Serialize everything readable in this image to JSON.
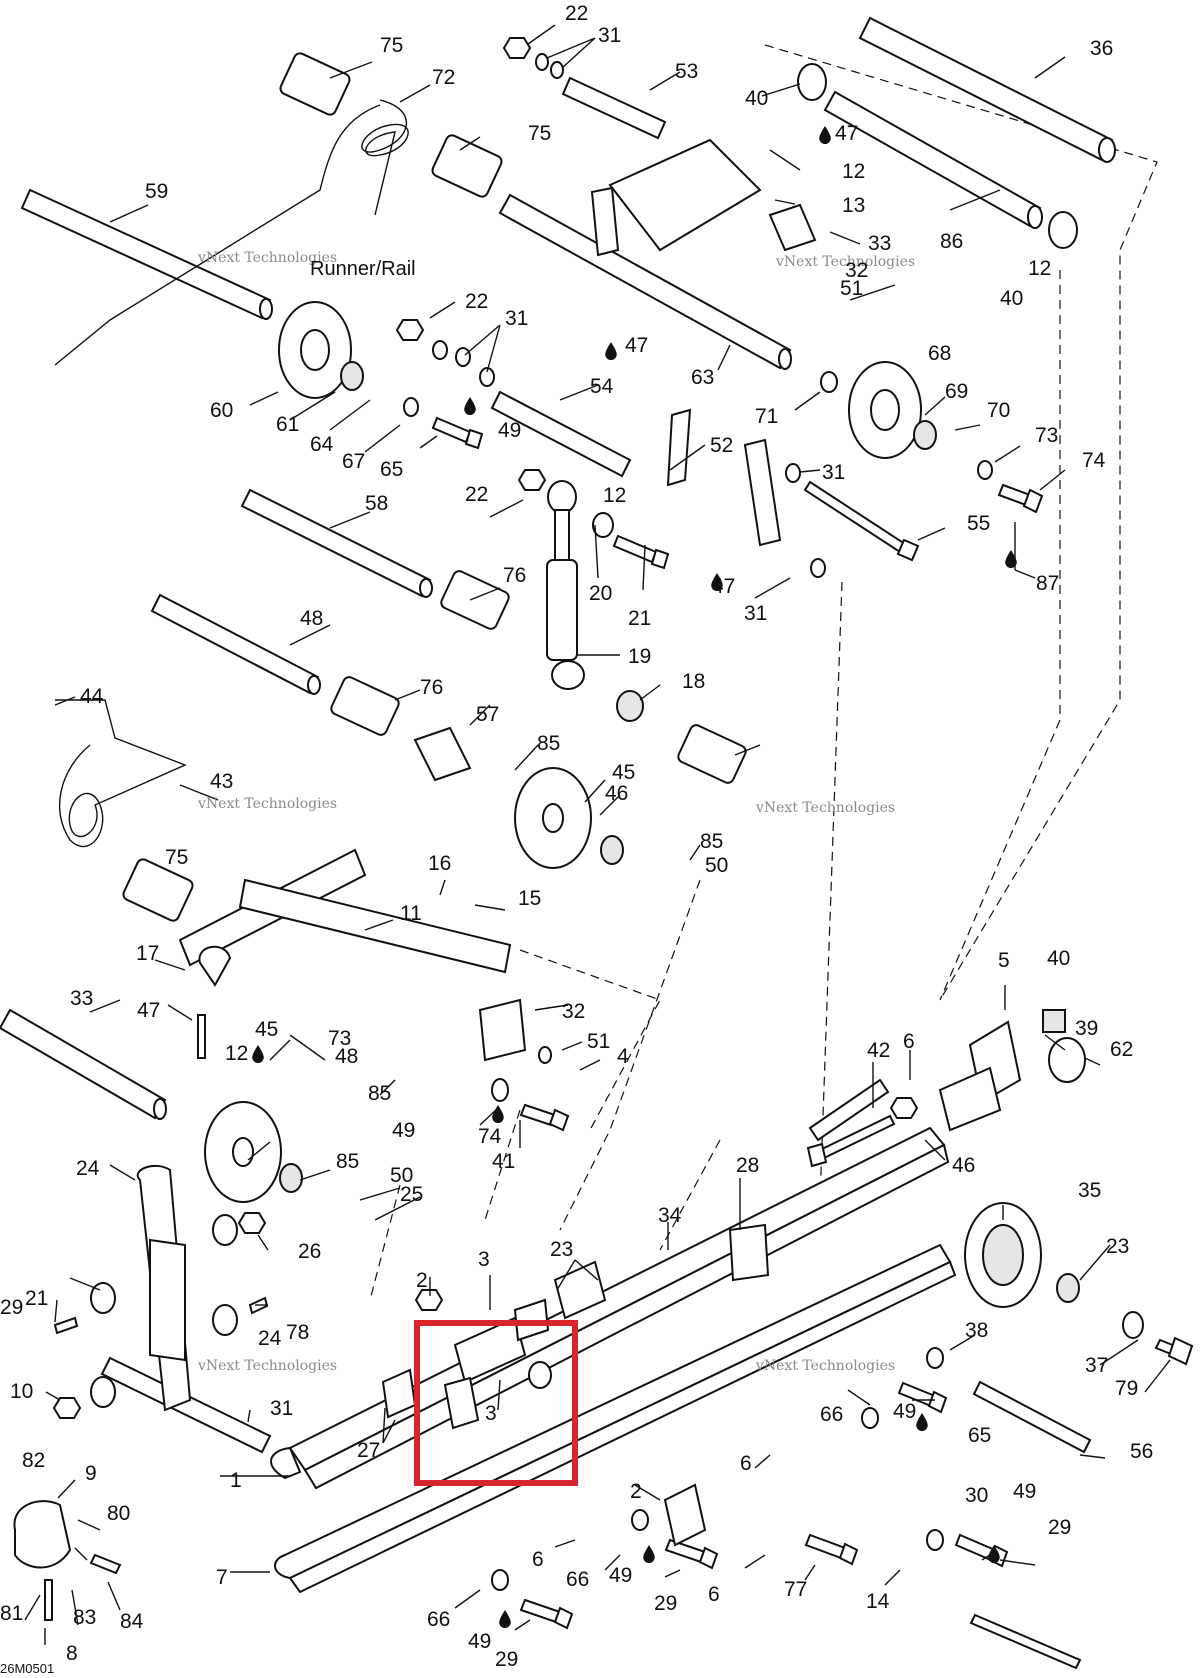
{
  "diagram": {
    "title": "Runner/Rail",
    "code": "26M0501",
    "watermark": {
      "line1": "vNext Technologies",
      "line2": "vNext Technologies"
    },
    "highlight_color": "#d9232d",
    "labels": [
      "75",
      "72",
      "59",
      "22",
      "31",
      "53",
      "75",
      "36",
      "40",
      "47",
      "12",
      "13",
      "33",
      "32",
      "51",
      "40",
      "86",
      "12",
      "47",
      "22",
      "31",
      "63",
      "68",
      "69",
      "70",
      "73",
      "74",
      "49",
      "65",
      "67",
      "64",
      "61",
      "60",
      "54",
      "71",
      "31",
      "52",
      "12",
      "55",
      "87",
      "58",
      "22",
      "20",
      "21",
      "47",
      "31",
      "76",
      "48",
      "44",
      "19",
      "18",
      "76",
      "57",
      "85",
      "45",
      "46",
      "85",
      "50",
      "43",
      "75",
      "11",
      "15",
      "16",
      "17",
      "47",
      "12",
      "48",
      "33",
      "32",
      "51",
      "4",
      "5",
      "40",
      "39",
      "62",
      "85",
      "45",
      "73",
      "49",
      "74",
      "41",
      "42",
      "6",
      "46",
      "85",
      "50",
      "25",
      "24",
      "26",
      "28",
      "34",
      "35",
      "23",
      "21",
      "29",
      "78",
      "2",
      "3",
      "23",
      "24",
      "10",
      "31",
      "38",
      "37",
      "79",
      "3",
      "27",
      "66",
      "49",
      "65",
      "56",
      "6",
      "82",
      "9",
      "80",
      "1",
      "2",
      "6",
      "30",
      "49",
      "29",
      "66",
      "49",
      "6",
      "29",
      "77",
      "14",
      "7",
      "81",
      "83",
      "84",
      "8",
      "66",
      "49",
      "29"
    ]
  }
}
